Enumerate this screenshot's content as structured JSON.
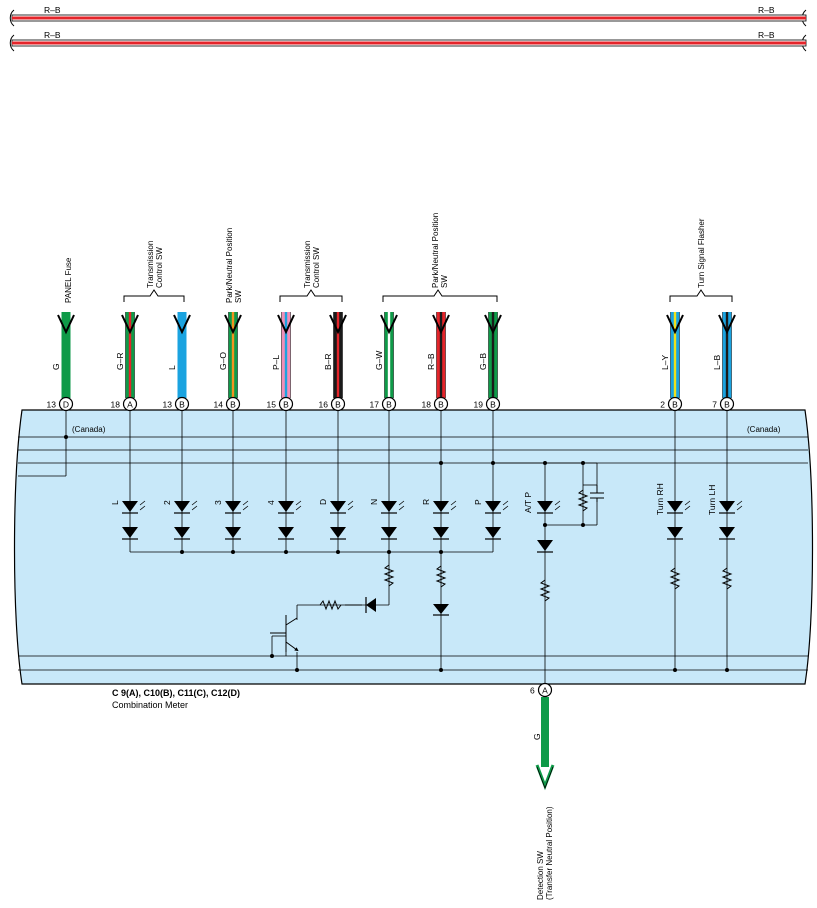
{
  "colors": {
    "green": "#0e9a48",
    "blue": "#1aa3e0",
    "red": "#e4242a",
    "black": "#1a1a1a",
    "yellow": "#f1e01a",
    "orange": "#f29320",
    "pink": "#f08fb8",
    "white": "#ffffff",
    "meter_fill": "#c8e8f9"
  },
  "top_wires": [
    {
      "label_left": "R–B",
      "label_right": "R–B"
    },
    {
      "label_left": "R–B",
      "label_right": "R–B"
    }
  ],
  "groups": [
    {
      "lines": [
        "PANEL Fuse"
      ]
    },
    {
      "lines": [
        "Transmission",
        "Control SW"
      ]
    },
    {
      "lines": [
        "Park/Neutral Position",
        "SW"
      ]
    },
    {
      "lines": [
        "Transmission",
        "Control SW"
      ]
    },
    {
      "lines": [
        "Park/Neutral Position",
        "SW"
      ]
    },
    {
      "lines": [
        "Turn Signal Flasher"
      ]
    }
  ],
  "wires": [
    {
      "color": "G",
      "pin_num": "13",
      "conn": "D",
      "indicator": ""
    },
    {
      "color": "G–R",
      "pin_num": "18",
      "conn": "A",
      "indicator": "L"
    },
    {
      "color": "L",
      "pin_num": "13",
      "conn": "B",
      "indicator": "2"
    },
    {
      "color": "G–O",
      "pin_num": "14",
      "conn": "B",
      "indicator": "3"
    },
    {
      "color": "P–L",
      "pin_num": "15",
      "conn": "B",
      "indicator": "4"
    },
    {
      "color": "B–R",
      "pin_num": "16",
      "conn": "B",
      "indicator": "D"
    },
    {
      "color": "G–W",
      "pin_num": "17",
      "conn": "B",
      "indicator": "N"
    },
    {
      "color": "R–B",
      "pin_num": "18",
      "conn": "B",
      "indicator": "R"
    },
    {
      "color": "G–B",
      "pin_num": "19",
      "conn": "B",
      "indicator": "P"
    },
    {
      "color": "L–Y",
      "pin_num": "2",
      "conn": "B",
      "indicator": "Turn RH"
    },
    {
      "color": "L–B",
      "pin_num": "7",
      "conn": "B",
      "indicator": "Turn LH"
    }
  ],
  "at_p_label": "A/T P",
  "canada_left": "(Canada)",
  "canada_right": "(Canada)",
  "meter": {
    "title": "C 9(A), C10(B), C11(C), C12(D)",
    "subtitle": "Combination Meter"
  },
  "bottom": {
    "pin_num": "6",
    "conn": "A",
    "wire_color": "G",
    "dest_lines": [
      "Detection SW",
      "(Transfer Neutral Position)"
    ]
  }
}
